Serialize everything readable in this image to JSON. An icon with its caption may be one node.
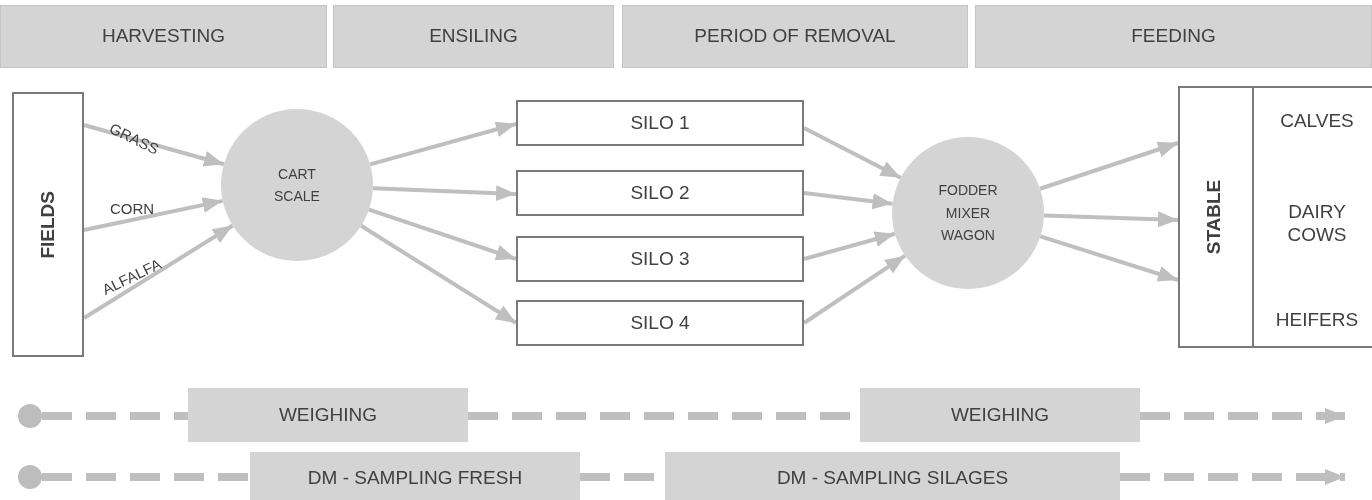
{
  "diagram": {
    "nodes": [
      {
        "text": [
          "HARVESTING"
        ]
      },
      {
        "text": [
          "ENSILING"
        ]
      },
      {
        "text": [
          "PERIOD OF REMOVAL"
        ]
      },
      {
        "text": [
          "FEEDING"
        ]
      },
      {
        "text": [
          "FIELDS"
        ]
      },
      {
        "text": [
          "CART SCALE"
        ]
      },
      {
        "text": [
          "SILO 1"
        ]
      },
      {
        "text": [
          "SILO 2"
        ]
      },
      {
        "text": [
          "SILO 3"
        ]
      },
      {
        "text": [
          "SILO 4"
        ]
      },
      {
        "text": [
          "FODDER MIXER WAGON"
        ]
      },
      {
        "text": [
          "STABLE"
        ]
      },
      {
        "text": [
          "CALVES"
        ],
        "in": 11
      },
      {
        "text": [
          "DAIRY COWS"
        ],
        "in": 11
      },
      {
        "text": [
          "HEIFERS"
        ],
        "in": 11
      },
      {
        "text": [],
        "shape": "circle"
      },
      {
        "text": [
          "WEIGHING"
        ]
      },
      {
        "text": [
          "WEIGHING"
        ]
      },
      {
        "text": [],
        "shape": "circle"
      },
      {
        "text": [
          "DM - SAMPLING FRESH"
        ]
      },
      {
        "text": [
          "DM - SAMPLING SILAGES"
        ]
      }
    ],
    "edges": [
      {
        "from": 4,
        "to": 5,
        "arrow": "to",
        "label": "GRASS"
      },
      {
        "from": 4,
        "to": 5,
        "arrow": "to",
        "label": "CORN"
      },
      {
        "from": 4,
        "to": 5,
        "arrow": "to",
        "label": "ALFALFA"
      },
      {
        "from": 5,
        "to": 6,
        "arrow": "to"
      },
      {
        "from": 5,
        "to": 7,
        "arrow": "to"
      },
      {
        "from": 5,
        "to": 8,
        "arrow": "to"
      },
      {
        "from": 5,
        "to": 9,
        "arrow": "to"
      },
      {
        "from": 6,
        "to": 10,
        "arrow": "to"
      },
      {
        "from": 7,
        "to": 10,
        "arrow": "to"
      },
      {
        "from": 8,
        "to": 10,
        "arrow": "to"
      },
      {
        "from": 9,
        "to": 10,
        "arrow": "to"
      },
      {
        "from": 10,
        "to": 11,
        "arrow": "to"
      },
      {
        "from": 10,
        "to": 11,
        "arrow": "to"
      },
      {
        "from": 10,
        "to": 11,
        "arrow": "to"
      },
      {
        "from": 15,
        "to": 16,
        "arrow": "none",
        "style": "dashed"
      },
      {
        "from": 16,
        "to": 17,
        "arrow": "none",
        "style": "dashed"
      },
      {
        "from": 17,
        "to": null,
        "arrow": "to",
        "style": "dashed"
      },
      {
        "from": 18,
        "to": 19,
        "arrow": "none",
        "style": "dashed"
      },
      {
        "from": 19,
        "to": 20,
        "arrow": "none",
        "style": "dashed"
      },
      {
        "from": 20,
        "to": null,
        "arrow": "to",
        "style": "dashed"
      }
    ]
  }
}
